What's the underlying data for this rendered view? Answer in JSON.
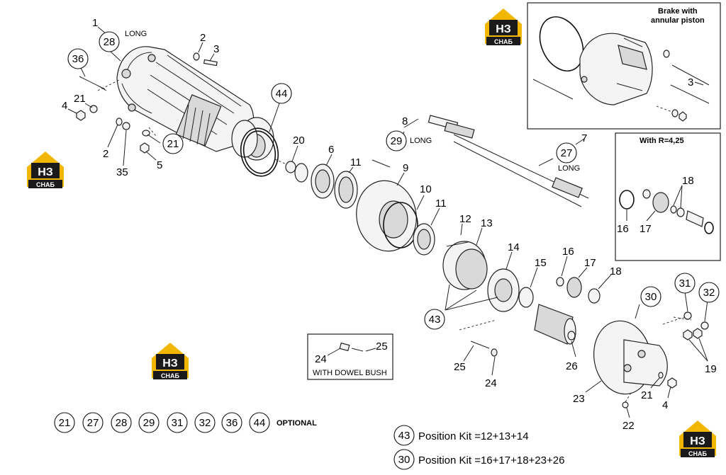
{
  "labels": {
    "p1": "1",
    "p28": "28",
    "long_28": "LONG",
    "p2a": "2",
    "p3a": "3",
    "p36": "36",
    "p21a": "21",
    "p4a": "4",
    "p2b": "2",
    "p35": "35",
    "p21b": "21",
    "p5": "5",
    "p44": "44",
    "p20": "20",
    "p6": "6",
    "p11a": "11",
    "p9": "9",
    "p10": "10",
    "p11b": "11",
    "p12": "12",
    "p13": "13",
    "p14": "14",
    "p15": "15",
    "p43": "43",
    "p8": "8",
    "p29": "29",
    "long_29": "LONG",
    "p7": "7",
    "p27": "27",
    "long_27": "LONG",
    "p16": "16",
    "p17": "17",
    "p18": "18",
    "p30": "30",
    "p31": "31",
    "p32": "32",
    "p19": "19",
    "p26": "26",
    "p23": "23",
    "p21c": "21",
    "p4b": "4",
    "p22": "22",
    "p25a": "25",
    "p24a": "24",
    "p24b": "24",
    "p25b": "25"
  },
  "inset_brake": {
    "title_line1": "Brake with",
    "title_line2": "annular piston",
    "p3": "3"
  },
  "inset_ratio": {
    "title": "With R=4,25",
    "p16": "16",
    "p17": "17",
    "p18": "18"
  },
  "inset_dowel": {
    "caption": "WITH DOWEL BUSH",
    "p24": "24",
    "p25": "25"
  },
  "optional": {
    "items": [
      "21",
      "27",
      "28",
      "29",
      "31",
      "32",
      "36",
      "44"
    ],
    "label": "OPTIONAL"
  },
  "kits": [
    {
      "ref": "43",
      "text": "Position Kit =12+13+14"
    },
    {
      "ref": "30",
      "text": "Position Kit =16+17+18+23+26"
    }
  ],
  "logo": {
    "line1": "НЗ",
    "line2": "СНАБ",
    "brand_yellow": "#f2b705",
    "brand_black": "#1a1a1a"
  }
}
